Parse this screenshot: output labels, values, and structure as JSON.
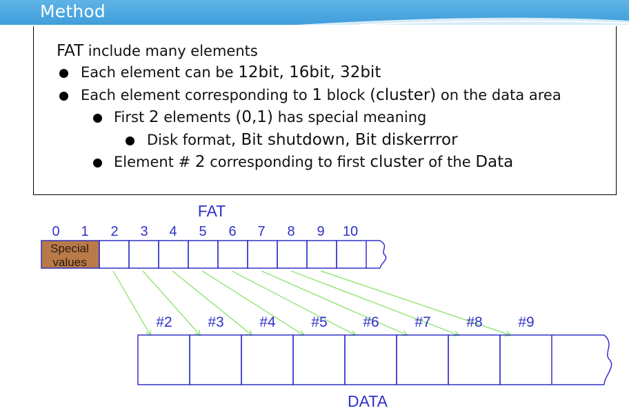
{
  "header": {
    "title": "Method"
  },
  "content": {
    "intro_label": "FAT",
    "intro_rest": " include many elements",
    "b1_a": "Each element can be ",
    "b1_b": "12bit, 16bit, 32bit",
    "b2_a": "Each element corresponding to ",
    "b2_b": "1",
    "b2_c": " block ",
    "b2_d": "(cluster)",
    "b2_e": " on the data area",
    "b3_a": "First ",
    "b3_b": "2",
    "b3_c": " elements ",
    "b3_d": "(0,1)",
    "b3_e": " has special meaning",
    "b4_a": "Disk format",
    "b4_b": ", Bit shutdown, Bit diskerrror",
    "b5_a": "Element # ",
    "b5_b": "2",
    "b5_c": " corresponding to first ",
    "b5_d": "cluster",
    "b5_e": " of the ",
    "b5_f": "Data"
  },
  "diagram": {
    "fat_label": "FAT",
    "data_label": "DATA",
    "fat_indices": [
      "0",
      "1",
      "2",
      "3",
      "4",
      "5",
      "6",
      "7",
      "8",
      "9",
      "10"
    ],
    "special_line1": "Special",
    "special_line2": "values",
    "data_labels": [
      "#2",
      "#3",
      "#4",
      "#5",
      "#6",
      "#7",
      "#8",
      "#9"
    ],
    "colors": {
      "diagram": "#3030c8",
      "arrow": "#7de05a",
      "special": "#b87a48",
      "header": "#4aa5de"
    }
  }
}
